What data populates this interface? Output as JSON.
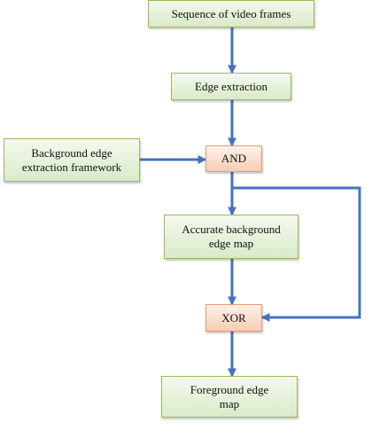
{
  "diagram": {
    "nodes": {
      "sequence": "Sequence of video frames",
      "edge_extraction": "Edge extraction",
      "background_framework": "Background edge\nextraction framework",
      "and_op": "AND",
      "accurate_map": "Accurate background\nedge map",
      "xor_op": "XOR",
      "foreground_map": "Foreground edge\nmap"
    },
    "colors": {
      "arrow": "#4472c4",
      "green_border": "#9bbb59",
      "green_fill": "#d9eac8",
      "orange_border": "#e59b73",
      "orange_fill": "#f8cdb3"
    }
  }
}
